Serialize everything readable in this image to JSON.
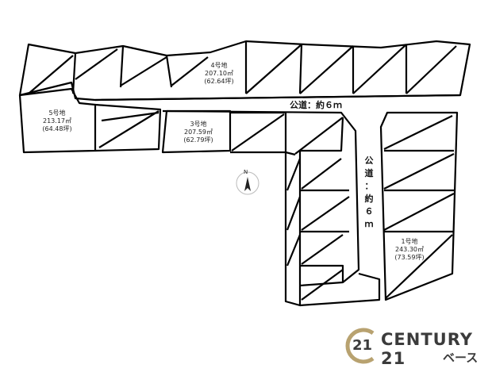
{
  "lots": [
    {
      "id": "lot-4",
      "name": "4号地",
      "area": "207.10㎡",
      "tsubo": "(62.64坪)"
    },
    {
      "id": "lot-5",
      "name": "5号地",
      "area": "213.17㎡",
      "tsubo": "(64.48坪)"
    },
    {
      "id": "lot-3",
      "name": "3号地",
      "area": "207.59㎡",
      "tsubo": "(62.79坪)"
    },
    {
      "id": "lot-1",
      "name": "1号地",
      "area": "243.30㎡",
      "tsubo": "(73.59坪)"
    }
  ],
  "roads": {
    "horizontal": "公道：約６ｍ",
    "vertical": [
      "公",
      "道",
      "：",
      "約",
      "６",
      "ｍ"
    ]
  },
  "compass": {
    "letter": "N"
  },
  "brand": {
    "name": "CENTURY 21",
    "sub": "ベース",
    "seal_number": "21",
    "color": "#b8a270"
  }
}
